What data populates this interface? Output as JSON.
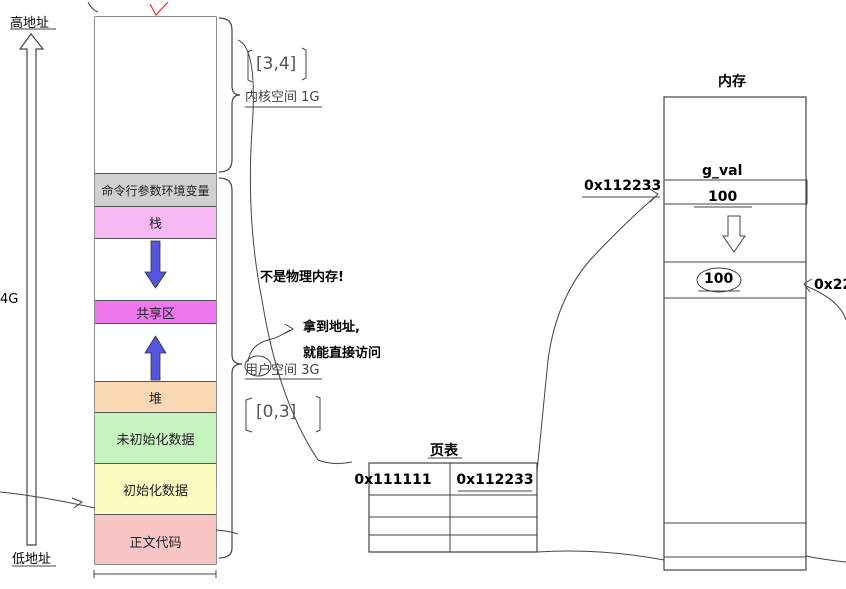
{
  "address_axis": {
    "high_label": "高地址",
    "low_label": "低地址",
    "side_label": "4G"
  },
  "address_space": {
    "segments": [
      {
        "name": "kernel",
        "label": "",
        "color": "#ffffff"
      },
      {
        "name": "args-env",
        "label": "命令行参数环境变量",
        "color": "#d0d0d0"
      },
      {
        "name": "stack",
        "label": "栈",
        "color": "#f7b8f4"
      },
      {
        "name": "gap-1",
        "label": "",
        "color": "#ffffff"
      },
      {
        "name": "shared",
        "label": "共享区",
        "color": "#ee77ee"
      },
      {
        "name": "gap-2",
        "label": "",
        "color": "#ffffff"
      },
      {
        "name": "heap",
        "label": "堆",
        "color": "#fbd8b4"
      },
      {
        "name": "bss",
        "label": "未初始化数据",
        "color": "#c6f4be"
      },
      {
        "name": "data",
        "label": "初始化数据",
        "color": "#fcfcc0"
      },
      {
        "name": "text",
        "label": "正文代码",
        "color": "#f8c4c4"
      }
    ],
    "kernel_brace_label": "内核空间 1G",
    "kernel_range": "[3,4]",
    "user_brace_label": "用户空间 3G",
    "user_range": "[0,3]"
  },
  "annotations": {
    "not_physical": "不是物理内存!",
    "got_address_line1": "拿到地址,",
    "got_address_line2": "就能直接访问"
  },
  "page_table": {
    "title": "页表",
    "rows": [
      {
        "virtual": "0x111111",
        "physical": "0x112233"
      },
      {
        "virtual": "",
        "physical": ""
      },
      {
        "virtual": "",
        "physical": ""
      },
      {
        "virtual": "",
        "physical": ""
      }
    ]
  },
  "memory": {
    "title": "内存",
    "var_name": "g_val",
    "value_top": "100",
    "address_top": "0x112233",
    "value_new": "100",
    "address_new": "0x22"
  },
  "colors": {
    "arrow_blue": "#5555dd",
    "stroke": "#333333"
  }
}
